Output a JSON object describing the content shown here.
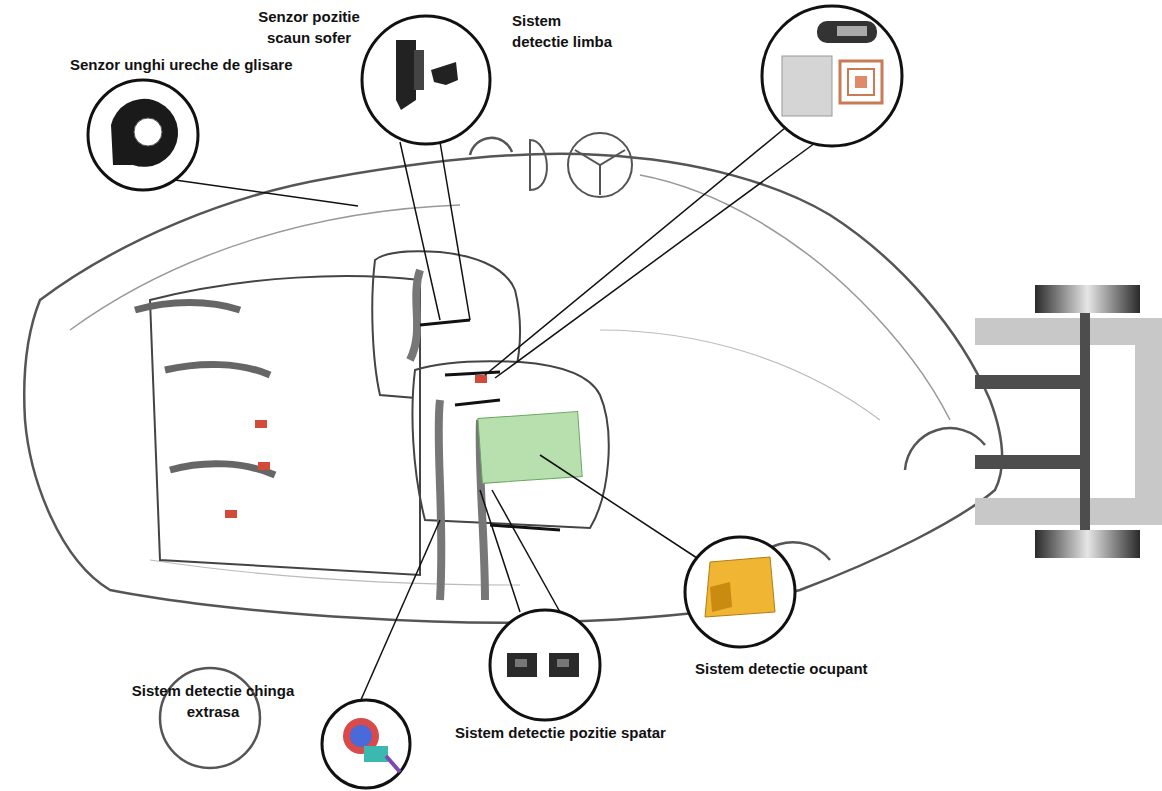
{
  "diagram": {
    "nodes": [
      {
        "text": [
          "Senzor pozitie scaun sofer"
        ]
      },
      {
        "text": [
          "Sistem detectie limba"
        ]
      },
      {
        "text": [
          "Senzor unghi ureche de glisare"
        ]
      },
      {
        "text": [
          "Sistem detectie ocupant"
        ]
      },
      {
        "text": [
          "Sistem detectie chinga extrasa"
        ]
      },
      {
        "text": [
          "Sistem detectie pozitie spatar"
        ]
      }
    ]
  }
}
